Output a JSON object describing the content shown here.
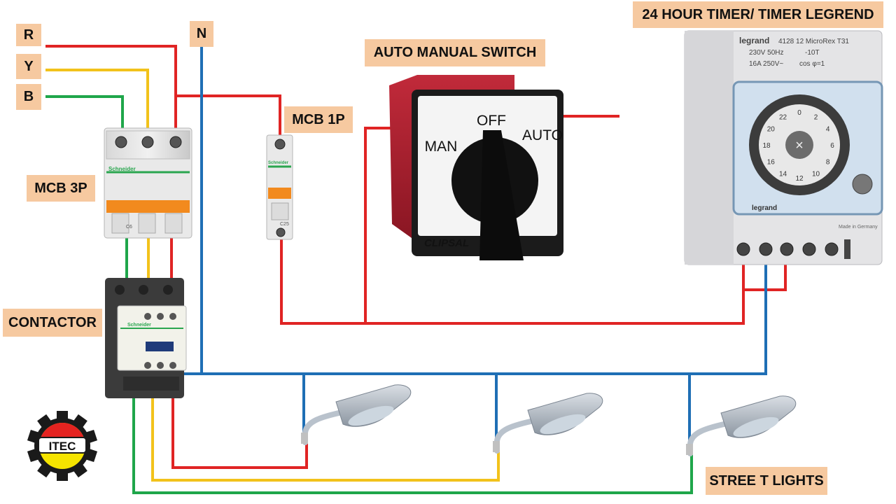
{
  "labels": {
    "r": "R",
    "y": "Y",
    "b": "B",
    "n": "N",
    "mcb3p": "MCB 3P",
    "mcb1p": "MCB 1P",
    "contactor": "CONTACTOR",
    "switch": "AUTO MANUAL SWITCH",
    "timer": "24 HOUR TIMER/ TIMER LEGREND",
    "lights": "STREE T LIGHTS"
  },
  "switch_face": {
    "off": "OFF",
    "man": "MAN",
    "auto": "AUTO",
    "brand": "CLIPSAL"
  },
  "mcb_brand": "Schneider",
  "mcb_rating_3p": "C6",
  "mcb_rating_1p": "C25",
  "contactor_brand": "Schneider",
  "timer_face": {
    "brand": "legrand",
    "model": "4128 12 MicroRex T31",
    "spec1": "230V 50Hz",
    "spec1b": "-10T",
    "spec2": "16A 250V~",
    "spec2b": "cos φ=1",
    "made": "Made in Germany",
    "dial": [
      "0",
      "2",
      "4",
      "6",
      "8",
      "10",
      "12",
      "14",
      "16",
      "18",
      "20",
      "22"
    ]
  },
  "logo": {
    "text": "ITEC"
  },
  "colors": {
    "red": "#e02424",
    "yellow": "#f2c21b",
    "green": "#1fa64a",
    "blue": "#1f6fb5",
    "tag": "#f6c9a0"
  }
}
